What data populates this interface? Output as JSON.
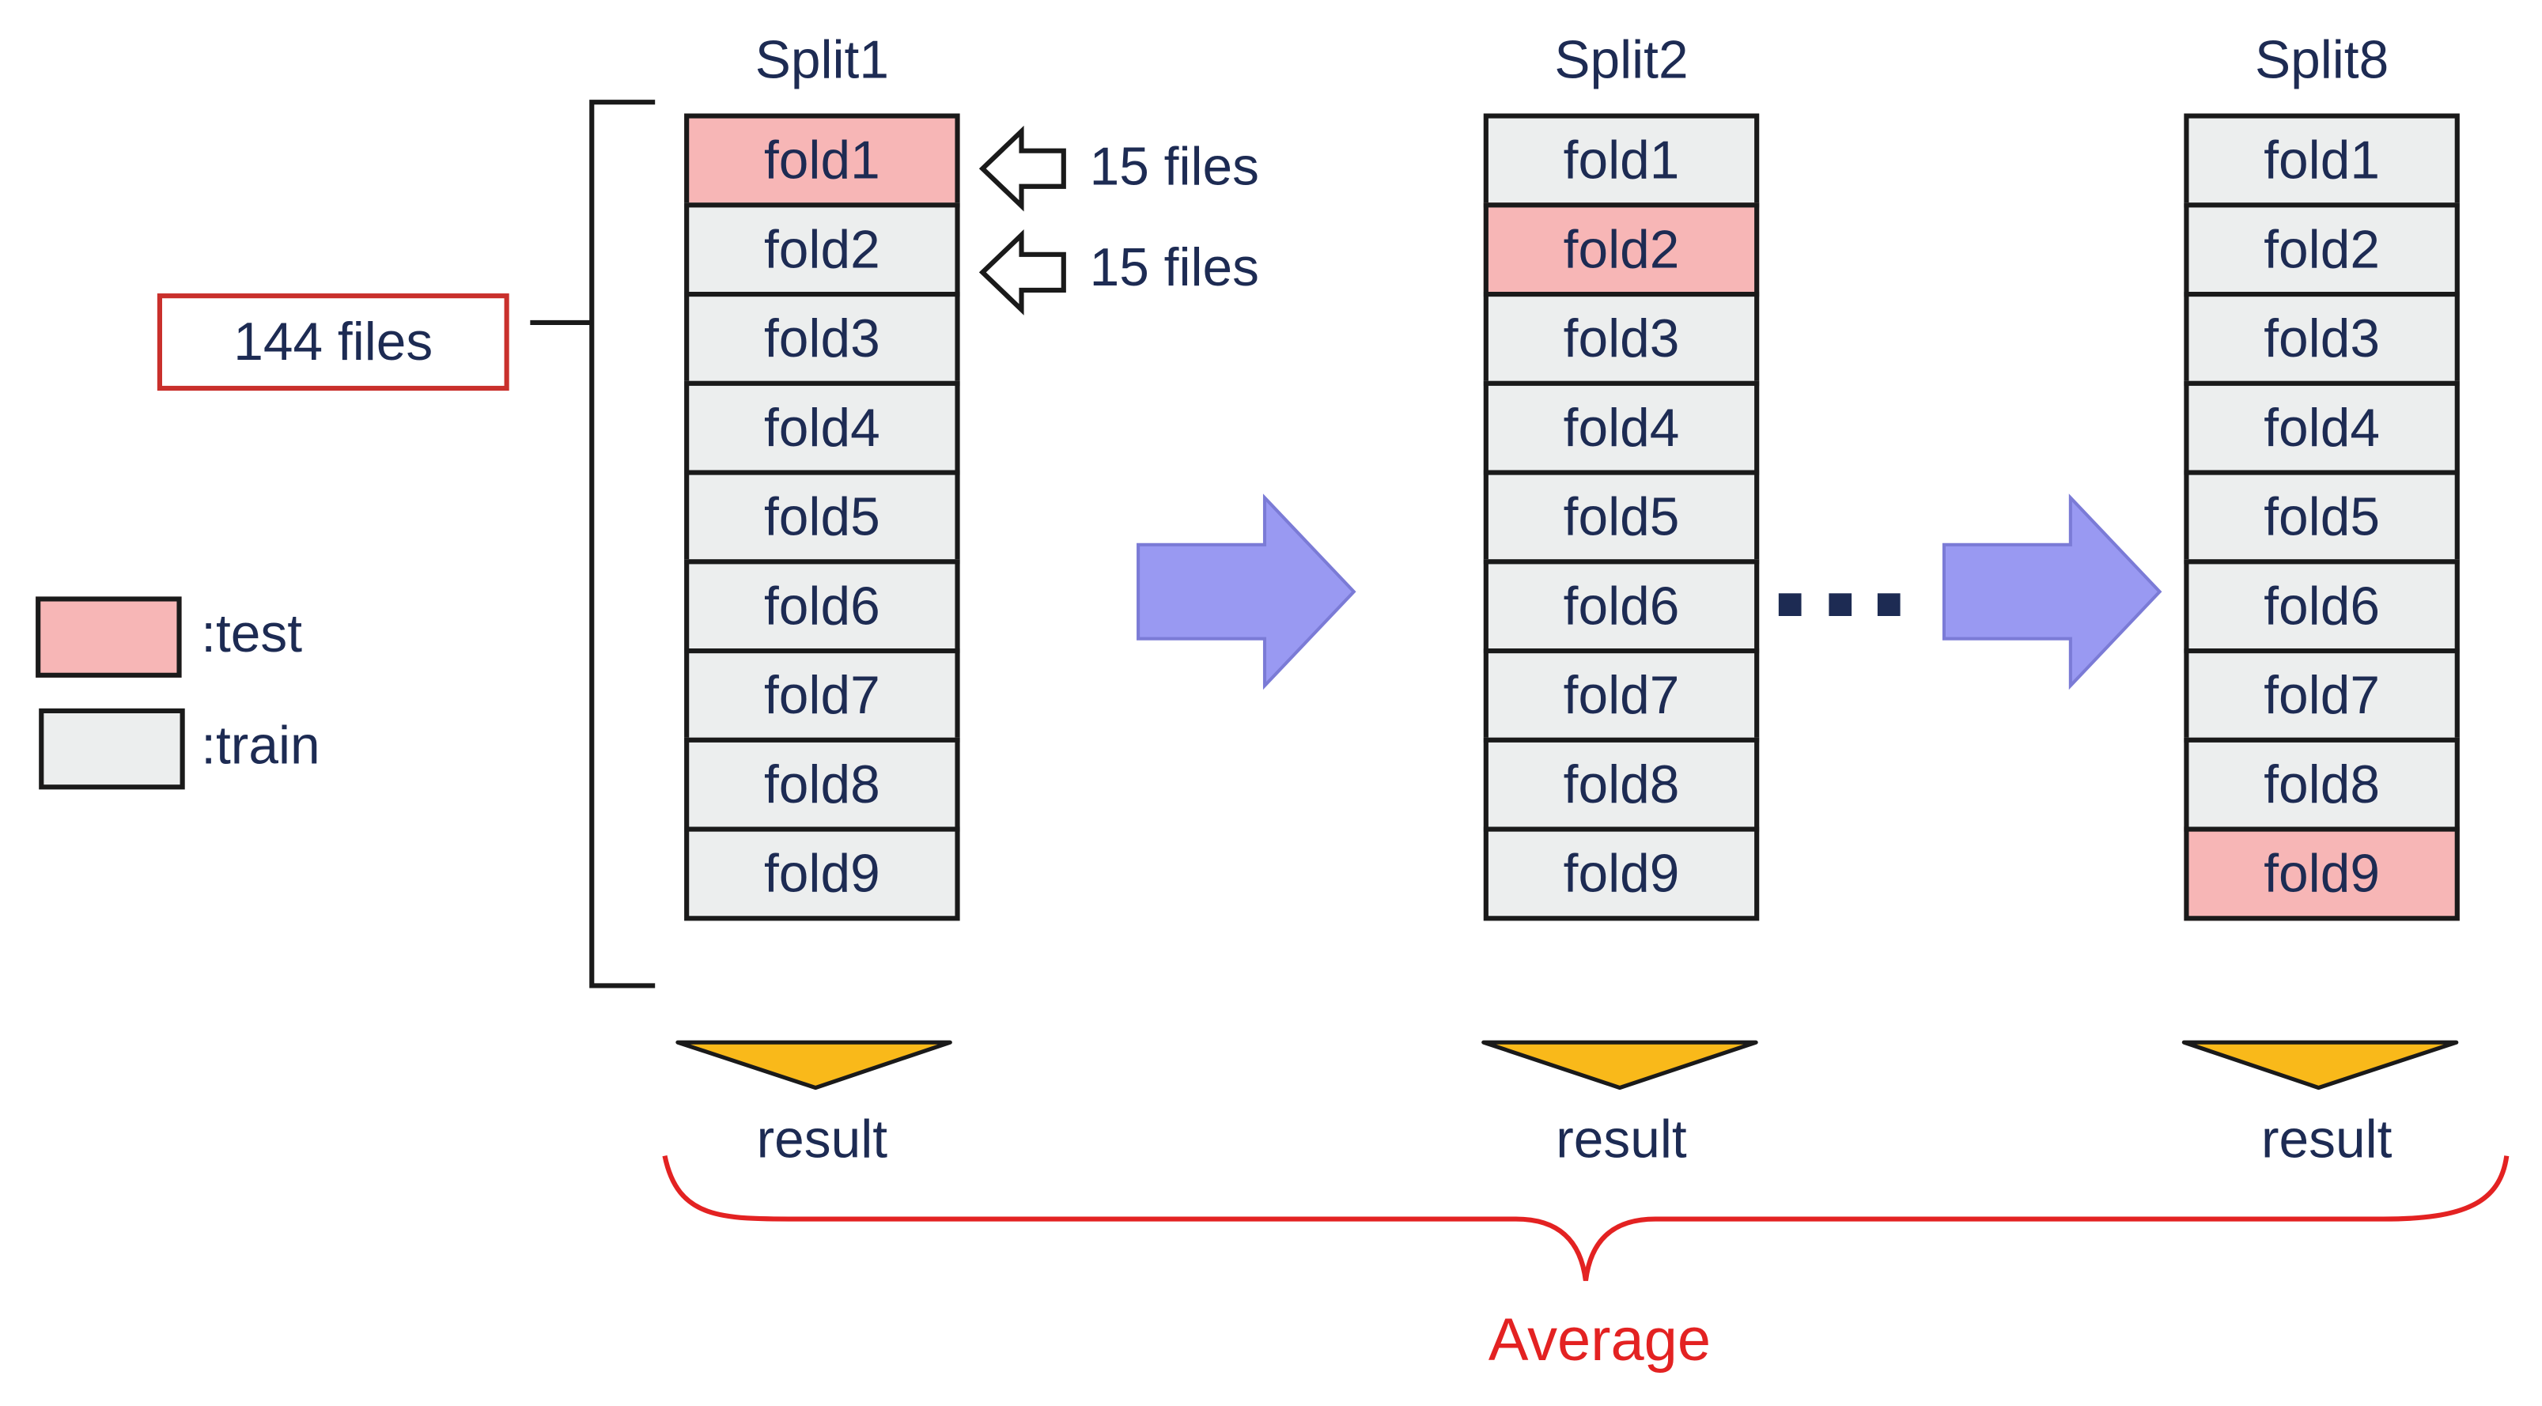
{
  "splits": [
    {
      "title": "Split1",
      "folds": [
        "fold1",
        "fold2",
        "fold3",
        "fold4",
        "fold5",
        "fold6",
        "fold7",
        "fold8",
        "fold9"
      ],
      "test_index": 0,
      "result": "result"
    },
    {
      "title": "Split2",
      "folds": [
        "fold1",
        "fold2",
        "fold3",
        "fold4",
        "fold5",
        "fold6",
        "fold7",
        "fold8",
        "fold9"
      ],
      "test_index": 1,
      "result": "result"
    },
    {
      "title": "Split8",
      "folds": [
        "fold1",
        "fold2",
        "fold3",
        "fold4",
        "fold5",
        "fold6",
        "fold7",
        "fold8",
        "fold9"
      ],
      "test_index": 8,
      "result": "result"
    }
  ],
  "total_files": "144 files",
  "fold_file_notes": [
    "15 files",
    "15 files"
  ],
  "legend": {
    "test": ":test",
    "train": ":train"
  },
  "average_label": "Average",
  "colors": {
    "test": "#f7b6b6",
    "train": "#eceeee",
    "arrow": "#9999f2",
    "result_triangle": "#f9b91a",
    "brace": "#e32222",
    "files_box_border": "#c9302c",
    "text": "#1d2b53"
  }
}
